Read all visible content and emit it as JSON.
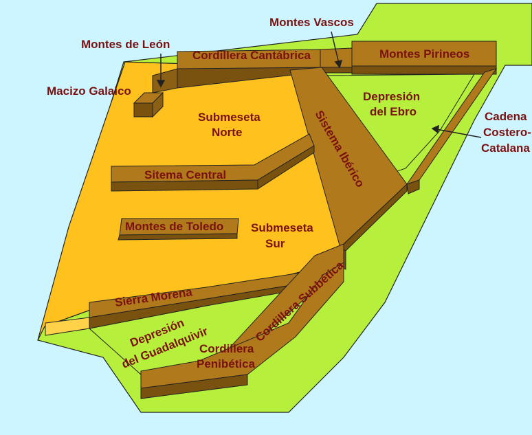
{
  "colors": {
    "background": "#ccf5ff",
    "meseta": "#ffc11e",
    "depression": "#b6f03c",
    "mountain_top": "#b07a1c",
    "mountain_side": "#7a5210",
    "outline": "#222222",
    "label": "#7a1010"
  },
  "labels": {
    "montes_vascos": "Montes Vascos",
    "montes_de_leon": "Montes de León",
    "cordillera_cantabrica": "Cordillera Cantábrica",
    "montes_pirineos": "Montes Pirineos",
    "macizo_galaico": "Macizo Galaico",
    "submeseta_norte_1": "Submeseta",
    "submeseta_norte_2": "Norte",
    "depresion_ebro_1": "Depresión",
    "depresion_ebro_2": "del Ebro",
    "sistema_iberico": "Sistema Ibérico",
    "cadena_1": "Cadena",
    "cadena_2": "Costero-",
    "cadena_3": "Catalana",
    "sistema_central": "Sitema Central",
    "montes_de_toledo": "Montes de Toledo",
    "submeseta_sur_1": "Submeseta",
    "submeseta_sur_2": "Sur",
    "sierra_morena": "Sierra Morena",
    "cordillera_subbetica": "Cordillera Subbética",
    "depresion_guadalquivir_1": "Depresión",
    "depresion_guadalquivir_2": "del Guadalquivir",
    "cordillera_penibetica_1": "Cordillera",
    "cordillera_penibetica_2": "Penibética"
  }
}
